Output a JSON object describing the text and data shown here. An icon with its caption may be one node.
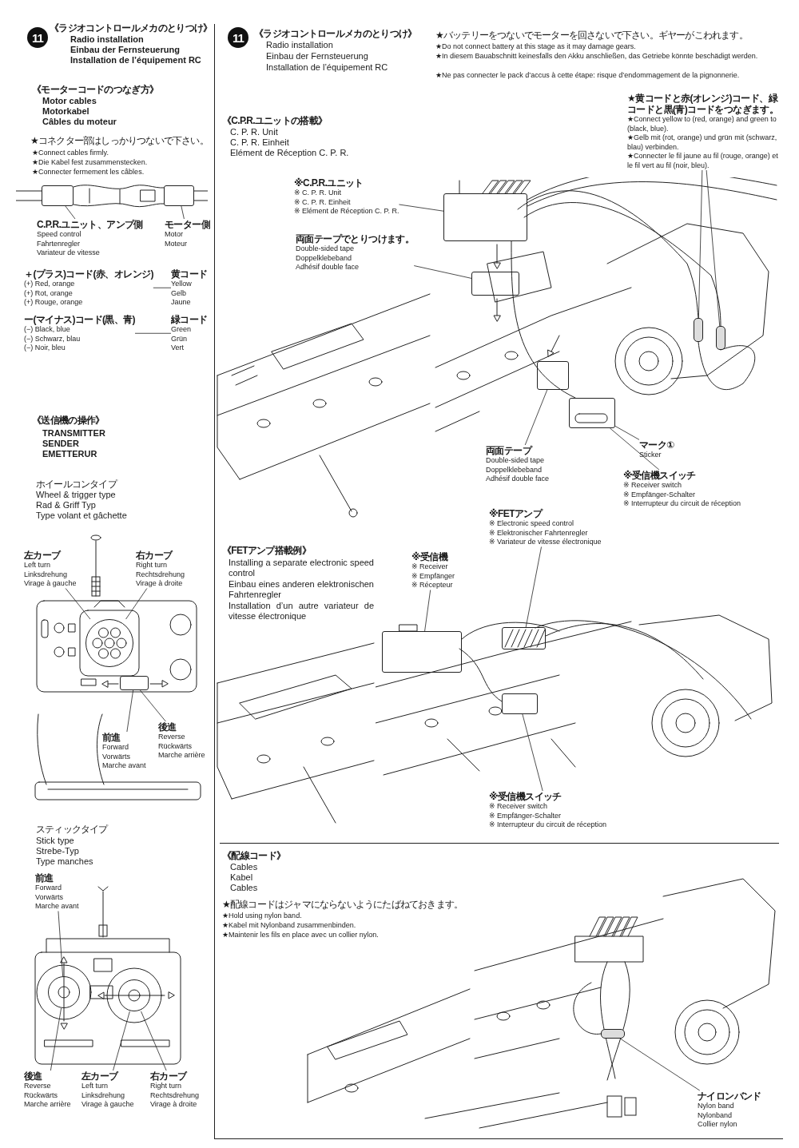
{
  "diagram": {
    "nodes": [
      {
        "text": [],
        "shape": "picture"
      },
      {
        "text": [],
        "shape": "box",
        "in": 0
      },
      {
        "text": [],
        "shape": "box",
        "in": 0
      },
      {
        "text": [
          "C.P.R.ユニット、アンプ側",
          "Speed control",
          "Fahrtenregler",
          "Variateur de vitesse"
        ]
      },
      {
        "text": [
          "モーター側",
          "Motor",
          "Moteur"
        ]
      },
      {
        "text": [
          "＋(プラス)コード(赤、オレンジ)",
          "(+) Red, orange",
          "(+) Rot, orange",
          "(+) Rouge, orange"
        ]
      },
      {
        "text": [
          "黄コード",
          "Yellow",
          "Gelb",
          "Jaune"
        ]
      },
      {
        "text": [
          "ー(マイナス)コード(黒、青)",
          "(−) Black, blue",
          "(−) Schwarz, blau",
          "(−) Noir, bleu"
        ]
      },
      {
        "text": [
          "緑コード",
          "Green",
          "Grün",
          "Vert"
        ]
      },
      {
        "text": [],
        "shape": "picture"
      },
      {
        "text": [],
        "shape": "circle",
        "in": 9
      },
      {
        "text": [],
        "shape": "box",
        "in": 9
      },
      {
        "text": [
          "左カーブ",
          "Left turn",
          "Linksdrehung",
          "Virage à gauche"
        ]
      },
      {
        "text": [
          "右カーブ",
          "Right turn",
          "Rechtsdrehung",
          "Virage à droite"
        ]
      },
      {
        "text": [
          "前進",
          "Forward",
          "Vorwärts",
          "Marche avant"
        ]
      },
      {
        "text": [
          "後進",
          "Reverse",
          "Rückwärts",
          "Marche arrière"
        ]
      },
      {
        "text": [],
        "shape": "picture"
      },
      {
        "text": [],
        "shape": "circle",
        "in": 16
      },
      {
        "text": [],
        "shape": "circle",
        "in": 16
      },
      {
        "text": [
          "前進",
          "Forward",
          "Vorwärts",
          "Marche avant"
        ]
      },
      {
        "text": [
          "後進",
          "Reverse",
          "Rückwärts",
          "Marche arrière"
        ]
      },
      {
        "text": [
          "左カーブ",
          "Left turn",
          "Linksdrehung",
          "Virage à gauche"
        ]
      },
      {
        "text": [
          "右カーブ",
          "Right turn",
          "Rechtsdrehung",
          "Virage à droite"
        ]
      },
      {
        "text": [],
        "shape": "picture"
      },
      {
        "text": [],
        "shape": "box",
        "in": 23
      },
      {
        "text": [],
        "shape": "box",
        "in": 23
      },
      {
        "text": [],
        "shape": "bar",
        "in": 23
      },
      {
        "text": [],
        "shape": "bar",
        "in": 23
      },
      {
        "text": [],
        "shape": "box",
        "in": 23
      },
      {
        "text": [],
        "shape": "box",
        "in": 23
      },
      {
        "text": [
          "※C.P.R.ユニット",
          "※ C. P. R. Unit",
          "※ C. P. R. Einheit",
          "※ Elément de Réception C. P. R."
        ]
      },
      {
        "text": [
          "両面テープでとりつけます。",
          "Double-sided tape",
          "Doppelklebeband",
          "Adhésif double face"
        ]
      },
      {
        "text": [
          "★黄コードと赤(オレンジ)コード、緑コードと黒(青)コードをつなぎます。",
          "★Connect yellow to (red, orange) and green to (black, blue).",
          "★Gelb mit (rot, orange) und grün mit (schwarz, blau) verbinden.",
          "★Connecter le fil jaune au fil (rouge, orange) et le fil vert au fil (noir, bleu)."
        ]
      },
      {
        "text": [
          "マーク①",
          "Sticker"
        ]
      },
      {
        "text": [
          "両面テープ",
          "Double-sided tape",
          "Doppelklebeband",
          "Adhésif double face"
        ]
      },
      {
        "text": [
          "※受信機スイッチ",
          "※ Receiver switch",
          "※ Empfänger-Schalter",
          "※ Interrupteur du circuit de réception"
        ]
      },
      {
        "text": [],
        "shape": "picture"
      },
      {
        "text": [],
        "shape": "box",
        "in": 36
      },
      {
        "text": [],
        "shape": "box",
        "in": 36
      },
      {
        "text": [],
        "shape": "box",
        "in": 36
      },
      {
        "text": [
          "※FETアンプ",
          "※ Electronic speed control",
          "※ Elektronischer Fahrtenregler",
          "※ Variateur de vitesse électronique"
        ]
      },
      {
        "text": [
          "※受信機",
          "※ Receiver",
          "※ Empfänger",
          "※ Récepteur"
        ]
      },
      {
        "text": [
          "※受信機スイッチ",
          "※ Receiver switch",
          "※ Empfänger-Schalter",
          "※ Interrupteur du circuit de réception"
        ]
      },
      {
        "text": [],
        "shape": "picture"
      },
      {
        "text": [],
        "shape": "bar",
        "in": 43
      },
      {
        "text": [
          "ナイロンバンド",
          "Nylon band",
          "Nylonband",
          "Collier nylon"
        ]
      }
    ],
    "edges": [
      {
        "from": 3,
        "to": 1,
        "arrow": "none"
      },
      {
        "from": 4,
        "to": 2,
        "arrow": "none"
      },
      {
        "from": 5,
        "to": 6,
        "arrow": "none"
      },
      {
        "from": 7,
        "to": 8,
        "arrow": "none"
      },
      {
        "from": 12,
        "to": 10,
        "arrow": "none"
      },
      {
        "from": 13,
        "to": 10,
        "arrow": "none"
      },
      {
        "from": 14,
        "to": 11,
        "arrow": "none"
      },
      {
        "from": 15,
        "to": 11,
        "arrow": "none"
      },
      {
        "from": 19,
        "to": 17,
        "arrow": "none"
      },
      {
        "from": 20,
        "to": 17,
        "arrow": "none"
      },
      {
        "from": 21,
        "to": 18,
        "arrow": "none"
      },
      {
        "from": 22,
        "to": 18,
        "arrow": "none"
      },
      {
        "from": 30,
        "to": 24,
        "arrow": "none"
      },
      {
        "from": 31,
        "to": 25,
        "arrow": "none"
      },
      {
        "from": 32,
        "to": 26,
        "arrow": "none"
      },
      {
        "from": 32,
        "to": 27,
        "arrow": "none"
      },
      {
        "from": 33,
        "to": 29,
        "arrow": "none"
      },
      {
        "from": 34,
        "to": 28,
        "arrow": "none"
      },
      {
        "from": 35,
        "to": 29,
        "arrow": "none"
      },
      {
        "from": 40,
        "to": 38,
        "arrow": "none"
      },
      {
        "from": 41,
        "to": 37,
        "arrow": "none"
      },
      {
        "from": 42,
        "to": 39,
        "arrow": "none"
      },
      {
        "from": 45,
        "to": 44,
        "arrow": "none"
      }
    ],
    "labels": [
      "11",
      "《ラジオコントロールメカのとりつけ》",
      "Radio installation",
      "Einbau der Fernsteuerung",
      "Installation de l’équipement RC",
      "《モーターコードのつなぎ方》",
      "Motor cables",
      "Motorkabel",
      "Câbles du moteur",
      "★コネクター部はしっかりつないで下さい。",
      "★Connect cables firmly.",
      "★Die Kabel fest zusammenstecken.",
      "★Connecter fermement les câbles.",
      "《送信機の操作》",
      "TRANSMITTER",
      "SENDER",
      "EMETTERUR",
      "ホイールコンタイプ",
      "Wheel & trigger type",
      "Rad & Griff Typ",
      "Type volant et gâchette",
      "スティックタイプ",
      "Stick type",
      "Strebe-Typ",
      "Type manches",
      "11",
      "《ラジオコントロールメカのとりつけ》",
      "Radio installation",
      "Einbau der Fernsteuerung",
      "Installation de l’équipement RC",
      "★バッテリーをつないでモーターを回さないで下さい。ギヤーがこわれます。",
      "★Do not connect battery at this stage as it may damage gears.",
      "★In diesem Bauabschnitt keinesfalls den Akku anschließen, das Getriebe könnte beschädigt werden.",
      "★Ne pas connecter le pack d’accus à cette étape: risque d’endommagement de la pignonnerie.",
      "《C.P.R.ユニットの搭載》",
      "C. P. R. Unit",
      "C. P. R. Einheit",
      "Elément de Réception C. P. R.",
      "《FETアンプ搭載例》",
      "Installing a separate electronic speed control",
      "Einbau eines anderen elektronischen Fahrtenregler",
      "Installation d’un autre variateur de vitesse électronique",
      "《配線コード》",
      "Cables",
      "Kabel",
      "Cables",
      "★配線コードはジャマにならないようにたばねておきます。",
      "★Hold using nylon band.",
      "★Kabel mit Nylonband zusammenbinden.",
      "★Maintenir les fils en place avec un collier nylon."
    ]
  }
}
